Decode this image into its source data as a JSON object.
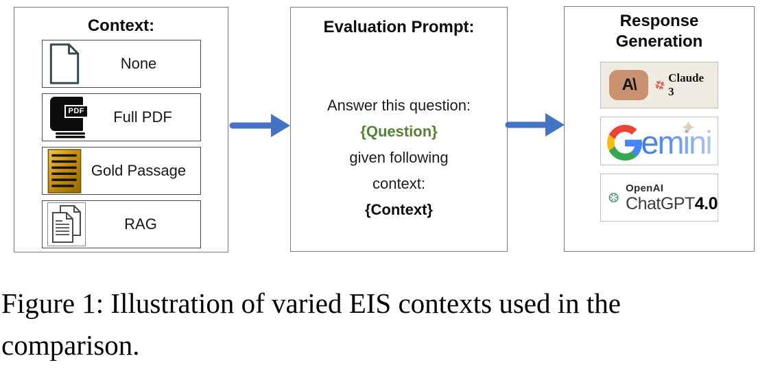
{
  "figure_caption": {
    "lines": [
      "Figure 1: Illustration of varied EIS contexts used in the",
      "comparison."
    ]
  },
  "context_box": {
    "title": "Context:",
    "items": [
      {
        "label": "None",
        "icon": "blank-document-icon"
      },
      {
        "label": "Full PDF",
        "icon": "pdf-book-icon",
        "badge": "PDF"
      },
      {
        "label": "Gold Passage",
        "icon": "gold-passage-icon"
      },
      {
        "label": "RAG",
        "icon": "stacked-documents-icon"
      }
    ]
  },
  "evaluation_prompt_box": {
    "title": "Evaluation Prompt:",
    "lines": [
      {
        "text": "Answer this question:",
        "emphasis": "normal"
      },
      {
        "text": "{Question}",
        "emphasis": "green-bold"
      },
      {
        "text": "given following",
        "emphasis": "normal"
      },
      {
        "text": "context:",
        "emphasis": "normal"
      },
      {
        "text": "{Context}",
        "emphasis": "bold"
      }
    ]
  },
  "response_generation_box": {
    "title": "Response Generation",
    "models": [
      {
        "name": "Claude 3",
        "logo_mark": "A\\",
        "wordmark": "Claude 3"
      },
      {
        "name": "Gemini",
        "wordmark_initial": "G",
        "wordmark_rest": "emini"
      },
      {
        "name": "ChatGPT 4.0",
        "brand": "OpenAI",
        "wordmark": "ChatGPT",
        "version": "4.0"
      }
    ]
  },
  "colors": {
    "arrow_blue": "#4472C4",
    "question_green": "#548235",
    "claude_background": "#EFEAE2",
    "claude_brown": "#C8916F",
    "claude_star_red": "#D6543C",
    "gold_light": "#EFC54A",
    "gold_dark": "#8F6A00",
    "openai_green": "#4E9070",
    "gemini_blue": "#4285F4",
    "google_red": "#EA4335",
    "google_yellow": "#FBBC05",
    "google_green": "#34A853"
  }
}
